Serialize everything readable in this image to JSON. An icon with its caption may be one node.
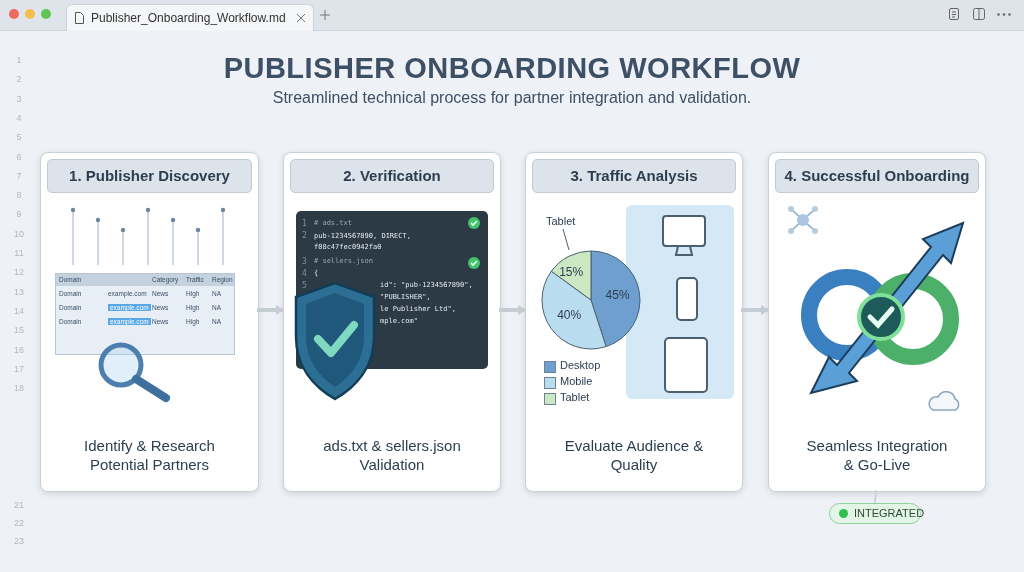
{
  "diagram": {
    "title": "PUBLISHER ONBOARDING WORKFLOW",
    "nodes": [
      {
        "text": [
          "1. Publisher Discovery",
          "Identify & Research Potential Partners"
        ]
      },
      {
        "text": [
          "2. Verification",
          "ads.txt & sellers.json Validation"
        ]
      },
      {
        "text": [
          "3. Traffic Analysis",
          "Evaluate Audience & Quality"
        ]
      },
      {
        "text": [
          "4. Successful Onboarding",
          "Seamless Integration & Go-Live"
        ]
      },
      {
        "text": [
          "INTEGRATED"
        ]
      }
    ],
    "edges": [
      {
        "from": 0,
        "to": 1,
        "arrow": "to"
      },
      {
        "from": 1,
        "to": 2,
        "arrow": "to"
      },
      {
        "from": 2,
        "to": 3,
        "arrow": "to"
      },
      {
        "from": 3,
        "to": 4,
        "arrow": "none"
      }
    ],
    "labels": [
      "Publisher_Onboarding_Workflow.md",
      "Streamlined technical process for partner integration and validation.",
      "1",
      "2",
      "3",
      "4",
      "5",
      "6",
      "7",
      "8",
      "9",
      "10",
      "11",
      "12",
      "13",
      "14",
      "15",
      "16",
      "17",
      "18",
      "21",
      "22",
      "23",
      "Domain",
      "Category",
      "Traffic",
      "Region",
      "Domain",
      "example.com",
      "News",
      "High",
      "NA",
      "Domain",
      "example.com",
      "News",
      "High",
      "NA",
      "Domain",
      "example.com",
      "News",
      "High",
      "NA",
      "1",
      "# ads.txt",
      "2",
      "pub-1234567890, DIRECT, f08c47fec0942fa0",
      "3",
      "# sellers.json",
      "4",
      "{",
      "5",
      "id\": \"pub-1234567890\",",
      "\"PUBLISHER\",",
      "le Publisher Ltd\",",
      "mple.com\""
    ],
    "chart_data": {
      "type": "pie",
      "categories": [
        "Desktop",
        "Mobile",
        "Tablet"
      ],
      "values": [
        45,
        40,
        15
      ],
      "colors": [
        "#6f9fcf",
        "#b9dcef",
        "#cbe8c2"
      ],
      "value_labels": [
        "45%",
        "40%",
        "15%"
      ],
      "legend": "bottom-left",
      "annotations": [
        "Tablet"
      ]
    }
  }
}
